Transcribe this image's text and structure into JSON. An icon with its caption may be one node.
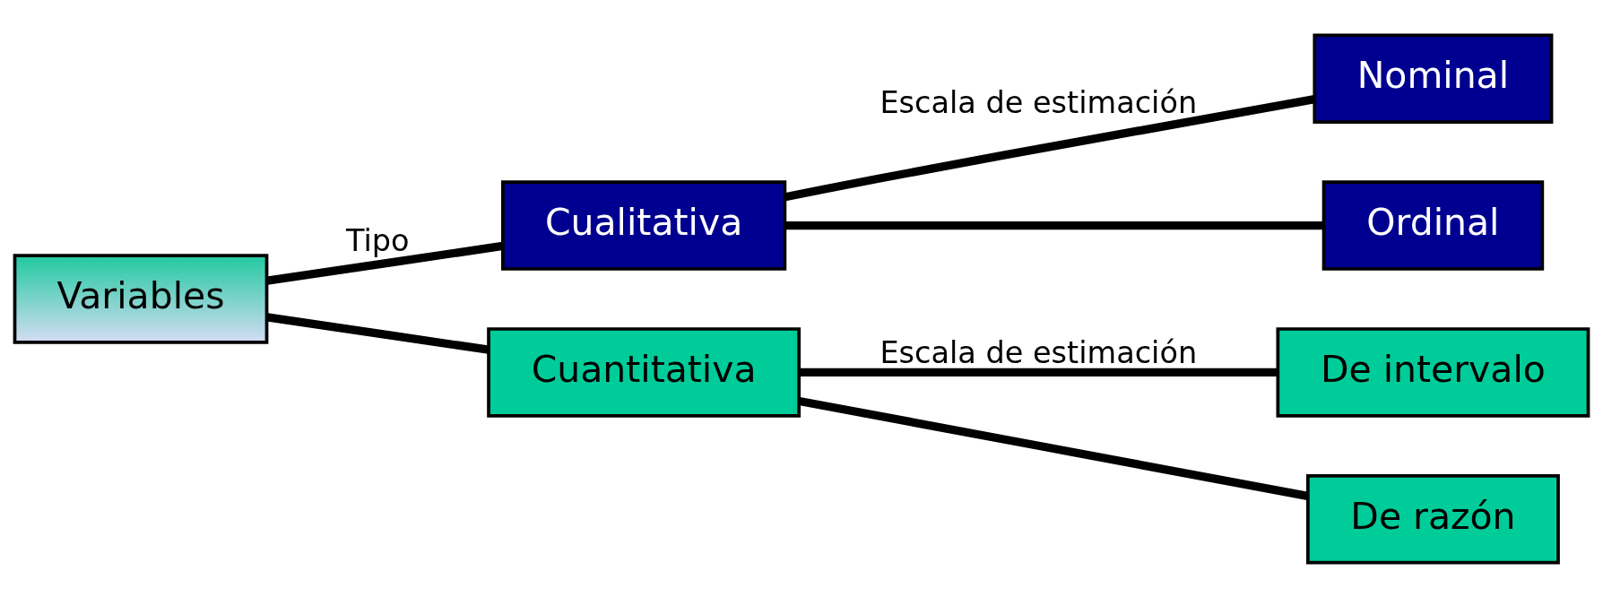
{
  "diagram": {
    "nodes": [
      {
        "text": [
          "Variables"
        ]
      },
      {
        "text": [
          "Cualitativa"
        ]
      },
      {
        "text": [
          "Cuantitativa"
        ]
      },
      {
        "text": [
          "Nominal"
        ]
      },
      {
        "text": [
          "Ordinal"
        ]
      },
      {
        "text": [
          "De intervalo"
        ]
      },
      {
        "text": [
          "De razón"
        ]
      }
    ],
    "edges": [
      {
        "from": 0,
        "to": 1,
        "arrow": "none",
        "label": "Tipo"
      },
      {
        "from": 0,
        "to": 2,
        "arrow": "none"
      },
      {
        "from": 1,
        "to": 3,
        "arrow": "none",
        "label": "Escala de estimación"
      },
      {
        "from": 1,
        "to": 4,
        "arrow": "none"
      },
      {
        "from": 2,
        "to": 5,
        "arrow": "none",
        "label": "Escala de estimación"
      },
      {
        "from": 2,
        "to": 6,
        "arrow": "none"
      }
    ]
  }
}
